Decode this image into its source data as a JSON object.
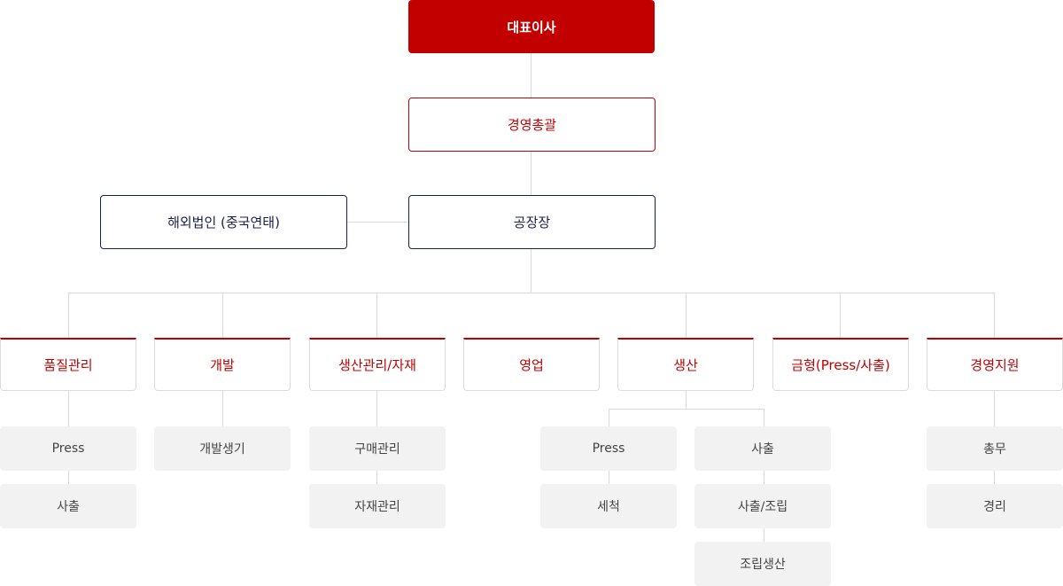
{
  "org": {
    "ceo": "대표이사",
    "management": "경영총괄",
    "factory": "공장장",
    "overseas": "해외법인 (중국연태)",
    "departments": [
      {
        "name": "품질관리",
        "teams": [
          "Press",
          "사출"
        ]
      },
      {
        "name": "개발",
        "teams": [
          "개발생기"
        ]
      },
      {
        "name": "생산관리/자재",
        "teams": [
          "구매관리",
          "자재관리"
        ]
      },
      {
        "name": "영업",
        "teams": []
      },
      {
        "name": "생산",
        "groups": [
          [
            "Press",
            "세척"
          ],
          [
            "사출",
            "사출/조립",
            "조립생산"
          ]
        ]
      },
      {
        "name": "금형(Press/사출)",
        "teams": []
      },
      {
        "name": "경영지원",
        "teams": [
          "총무",
          "경리"
        ]
      }
    ]
  },
  "colors": {
    "accent": "#c20000",
    "navy": "#1a1f4d",
    "line": "#d9d9d9",
    "team_bg": "#f2f2f2"
  }
}
